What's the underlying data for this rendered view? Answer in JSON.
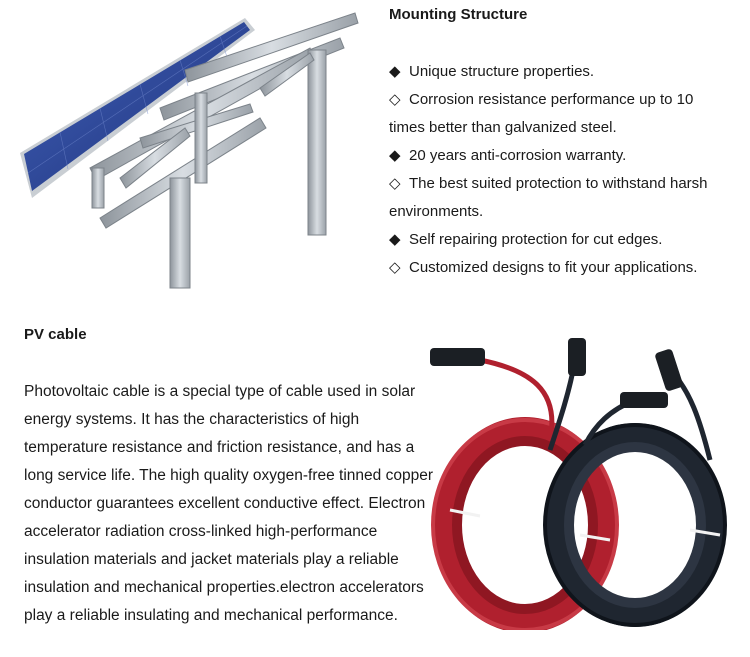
{
  "mounting": {
    "title": "Mounting Structure",
    "features": [
      {
        "bullet": "◆",
        "bullet_icon": "filled-diamond-icon",
        "lines": [
          "Unique structure properties."
        ]
      },
      {
        "bullet": "◇",
        "bullet_icon": "hollow-diamond-icon",
        "lines": [
          "Corrosion resistance performance up to 10",
          "times better than galvanized steel."
        ]
      },
      {
        "bullet": "◆",
        "bullet_icon": "filled-diamond-icon",
        "lines": [
          "20 years anti-corrosion warranty."
        ]
      },
      {
        "bullet": "◇",
        "bullet_icon": "hollow-diamond-icon",
        "lines": [
          "The best suited protection to withstand harsh",
          "environments."
        ]
      },
      {
        "bullet": "◆",
        "bullet_icon": "filled-diamond-icon",
        "lines": [
          "Self repairing protection for cut edges."
        ]
      },
      {
        "bullet": "◇",
        "bullet_icon": "hollow-diamond-icon",
        "lines": [
          "Customized designs to fit your applications."
        ]
      }
    ],
    "image": {
      "icon": "solar-panel-mounting-structure-image",
      "panel_color": "#2b3f8c",
      "metal_color": "#b9bec4"
    }
  },
  "pv_cable": {
    "title": "PV cable",
    "body_lines": [
      "Photovoltaic cable is a special type of cable used in solar",
      "energy systems. It has the characteristics of high",
      "temperature resistance and friction resistance, and has a",
      "long service life. The high quality oxygen-free tinned copper",
      "conductor guarantees excellent conductive effect. Electron",
      "accelerator radiation cross-linked high-performance",
      "insulation materials and jacket materials play a reliable",
      "insulation and mechanical properties.electron accelerators",
      "play a reliable insulating and mechanical performance."
    ],
    "image": {
      "icon": "pv-cable-coils-image",
      "red_cable": "#b0202e",
      "black_cable": "#1f2630"
    }
  }
}
